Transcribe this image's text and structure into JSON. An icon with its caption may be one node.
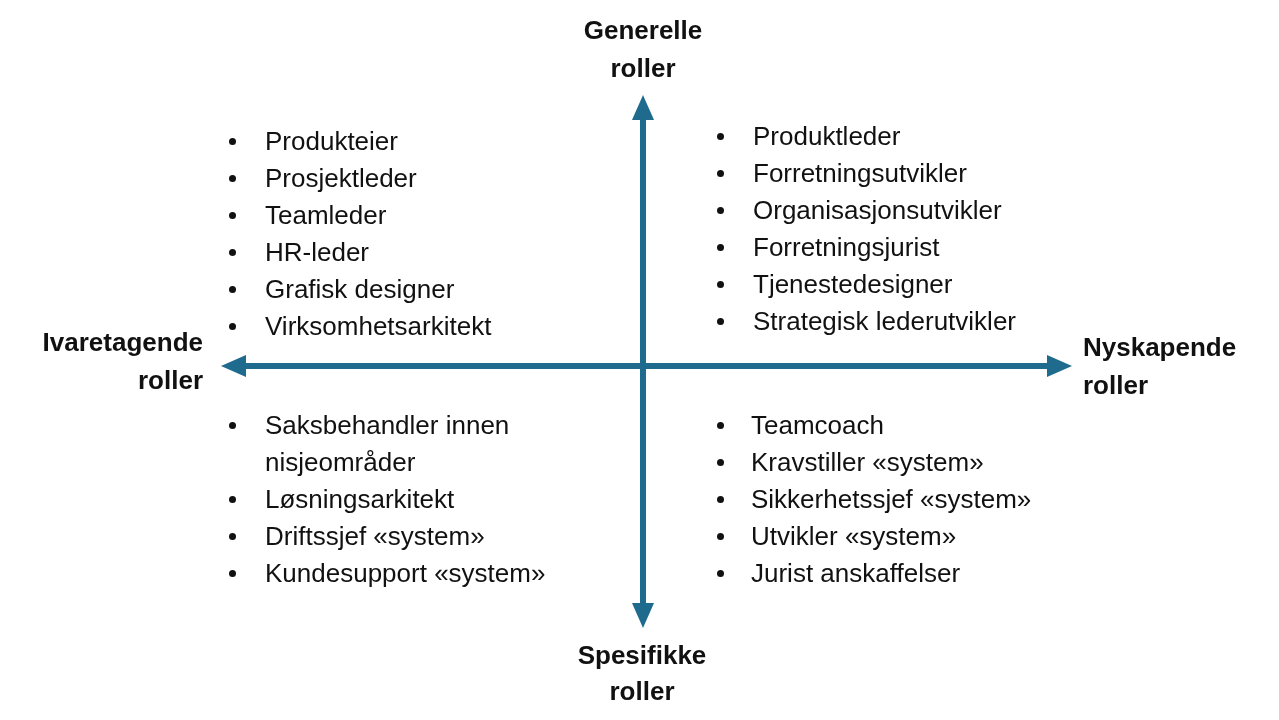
{
  "diagram": {
    "labels": [
      "Generelle roller",
      "Produkteier",
      "Prosjektleder",
      "Teamleder",
      "HR-leder",
      "Grafisk designer",
      "Virksomhetsarkitekt",
      "Produktleder",
      "Forretningsutvikler",
      "Organisasjonsutvikler",
      "Forretningsjurist",
      "Tjenestedesigner",
      "Strategisk lederutvikler",
      "Ivaretagende roller",
      "Nyskapende roller",
      "Saksbehandler innen nisjeområder",
      "Løsningsarkitekt",
      "Driftssjef «system»",
      "Kundesupport «system»",
      "Teamcoach",
      "Kravstiller «system»",
      "Sikkerhetssjef «system»",
      "Utvikler «system»",
      "Jurist anskaffelser",
      "Spesifikke roller"
    ]
  }
}
